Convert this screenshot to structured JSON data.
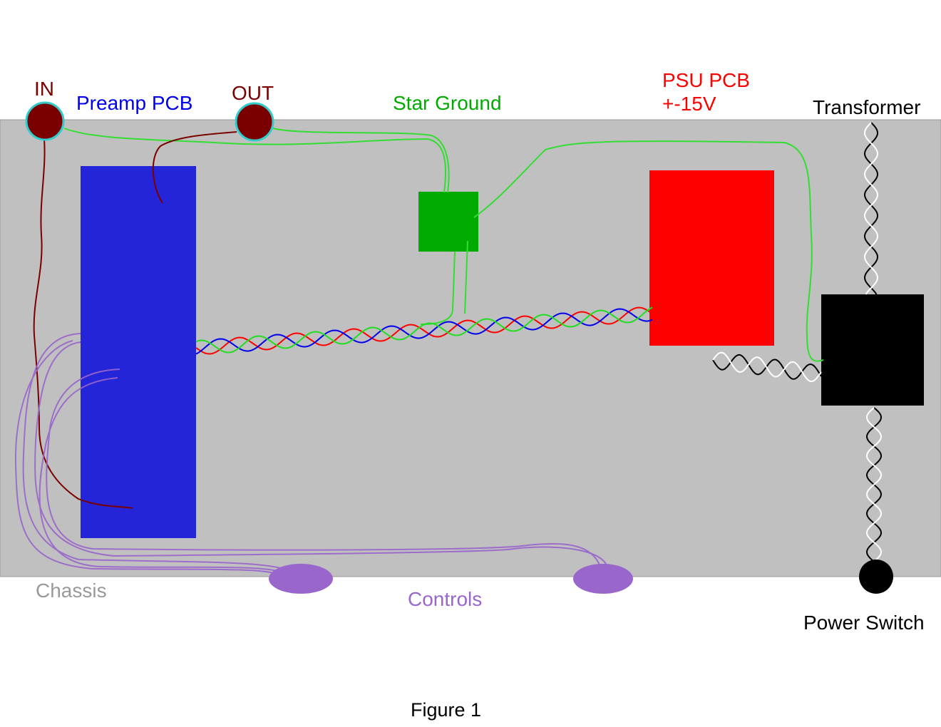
{
  "title": "Figure 1",
  "labels": {
    "in": "IN",
    "out": "OUT",
    "preamp": "Preamp PCB",
    "star_ground": "Star Ground",
    "psu_line1": "PSU PCB",
    "psu_line2": "+-15V",
    "transformer": "Transformer",
    "chassis": "Chassis",
    "controls": "Controls",
    "power_switch": "Power Switch"
  },
  "colors": {
    "chassis": "#c0c0c0",
    "preamp": "#2424d8",
    "star_ground": "#00aa00",
    "psu": "#ff0000",
    "transformer": "#000000",
    "jack": "#7a0000",
    "jack_ring": "#33cccc",
    "controls": "#9966cc",
    "ground_wire": "#33dd33",
    "signal_wire": "#7a0000",
    "power_red": "#ff0000",
    "power_blue": "#0000ee",
    "power_green": "#22dd22",
    "label_in_out": "#7a0000",
    "label_preamp": "#0000ee",
    "label_star": "#00aa00",
    "label_psu": "#ff0000",
    "label_black": "#000000",
    "label_chassis": "#999999",
    "label_controls": "#9966cc"
  }
}
